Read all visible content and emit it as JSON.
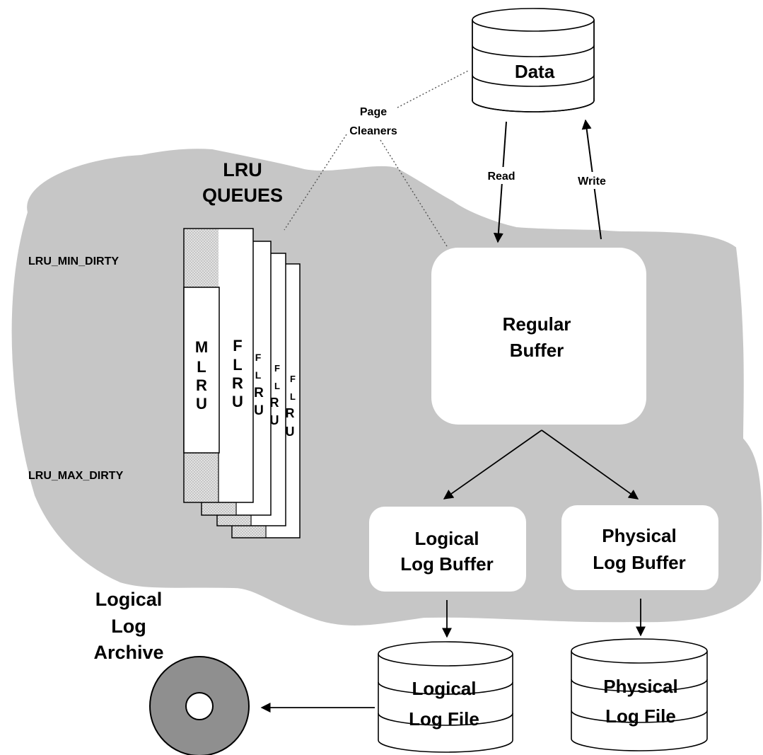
{
  "colors": {
    "blob": "#c6c6c6",
    "archive_disk": "#8f8f8f",
    "dirty_region": "#dcdcdc",
    "box_fill": "#ffffff",
    "line": "#000000"
  },
  "data_store": {
    "label": "Data"
  },
  "page_cleaners": {
    "line1": "Page",
    "line2": "Cleaners"
  },
  "flows": {
    "read": "Read",
    "write": "Write"
  },
  "lru": {
    "title_line1": "LRU",
    "title_line2": "QUEUES",
    "min_dirty": "LRU_MIN_DIRTY",
    "max_dirty": "LRU_MAX_DIRTY",
    "mlru_letters": [
      "M",
      "L",
      "R",
      "U"
    ],
    "flru_letters": [
      "F",
      "L",
      "R",
      "U"
    ]
  },
  "regular_buffer": {
    "line1": "Regular",
    "line2": "Buffer"
  },
  "logical_log_buffer": {
    "line1": "Logical",
    "line2": "Log Buffer"
  },
  "physical_log_buffer": {
    "line1": "Physical",
    "line2": "Log Buffer"
  },
  "logical_log_file": {
    "line1": "Logical",
    "line2": "Log File"
  },
  "physical_log_file": {
    "line1": "Physical",
    "line2": "Log File"
  },
  "archive": {
    "line1": "Logical",
    "line2": "Log",
    "line3": "Archive"
  }
}
